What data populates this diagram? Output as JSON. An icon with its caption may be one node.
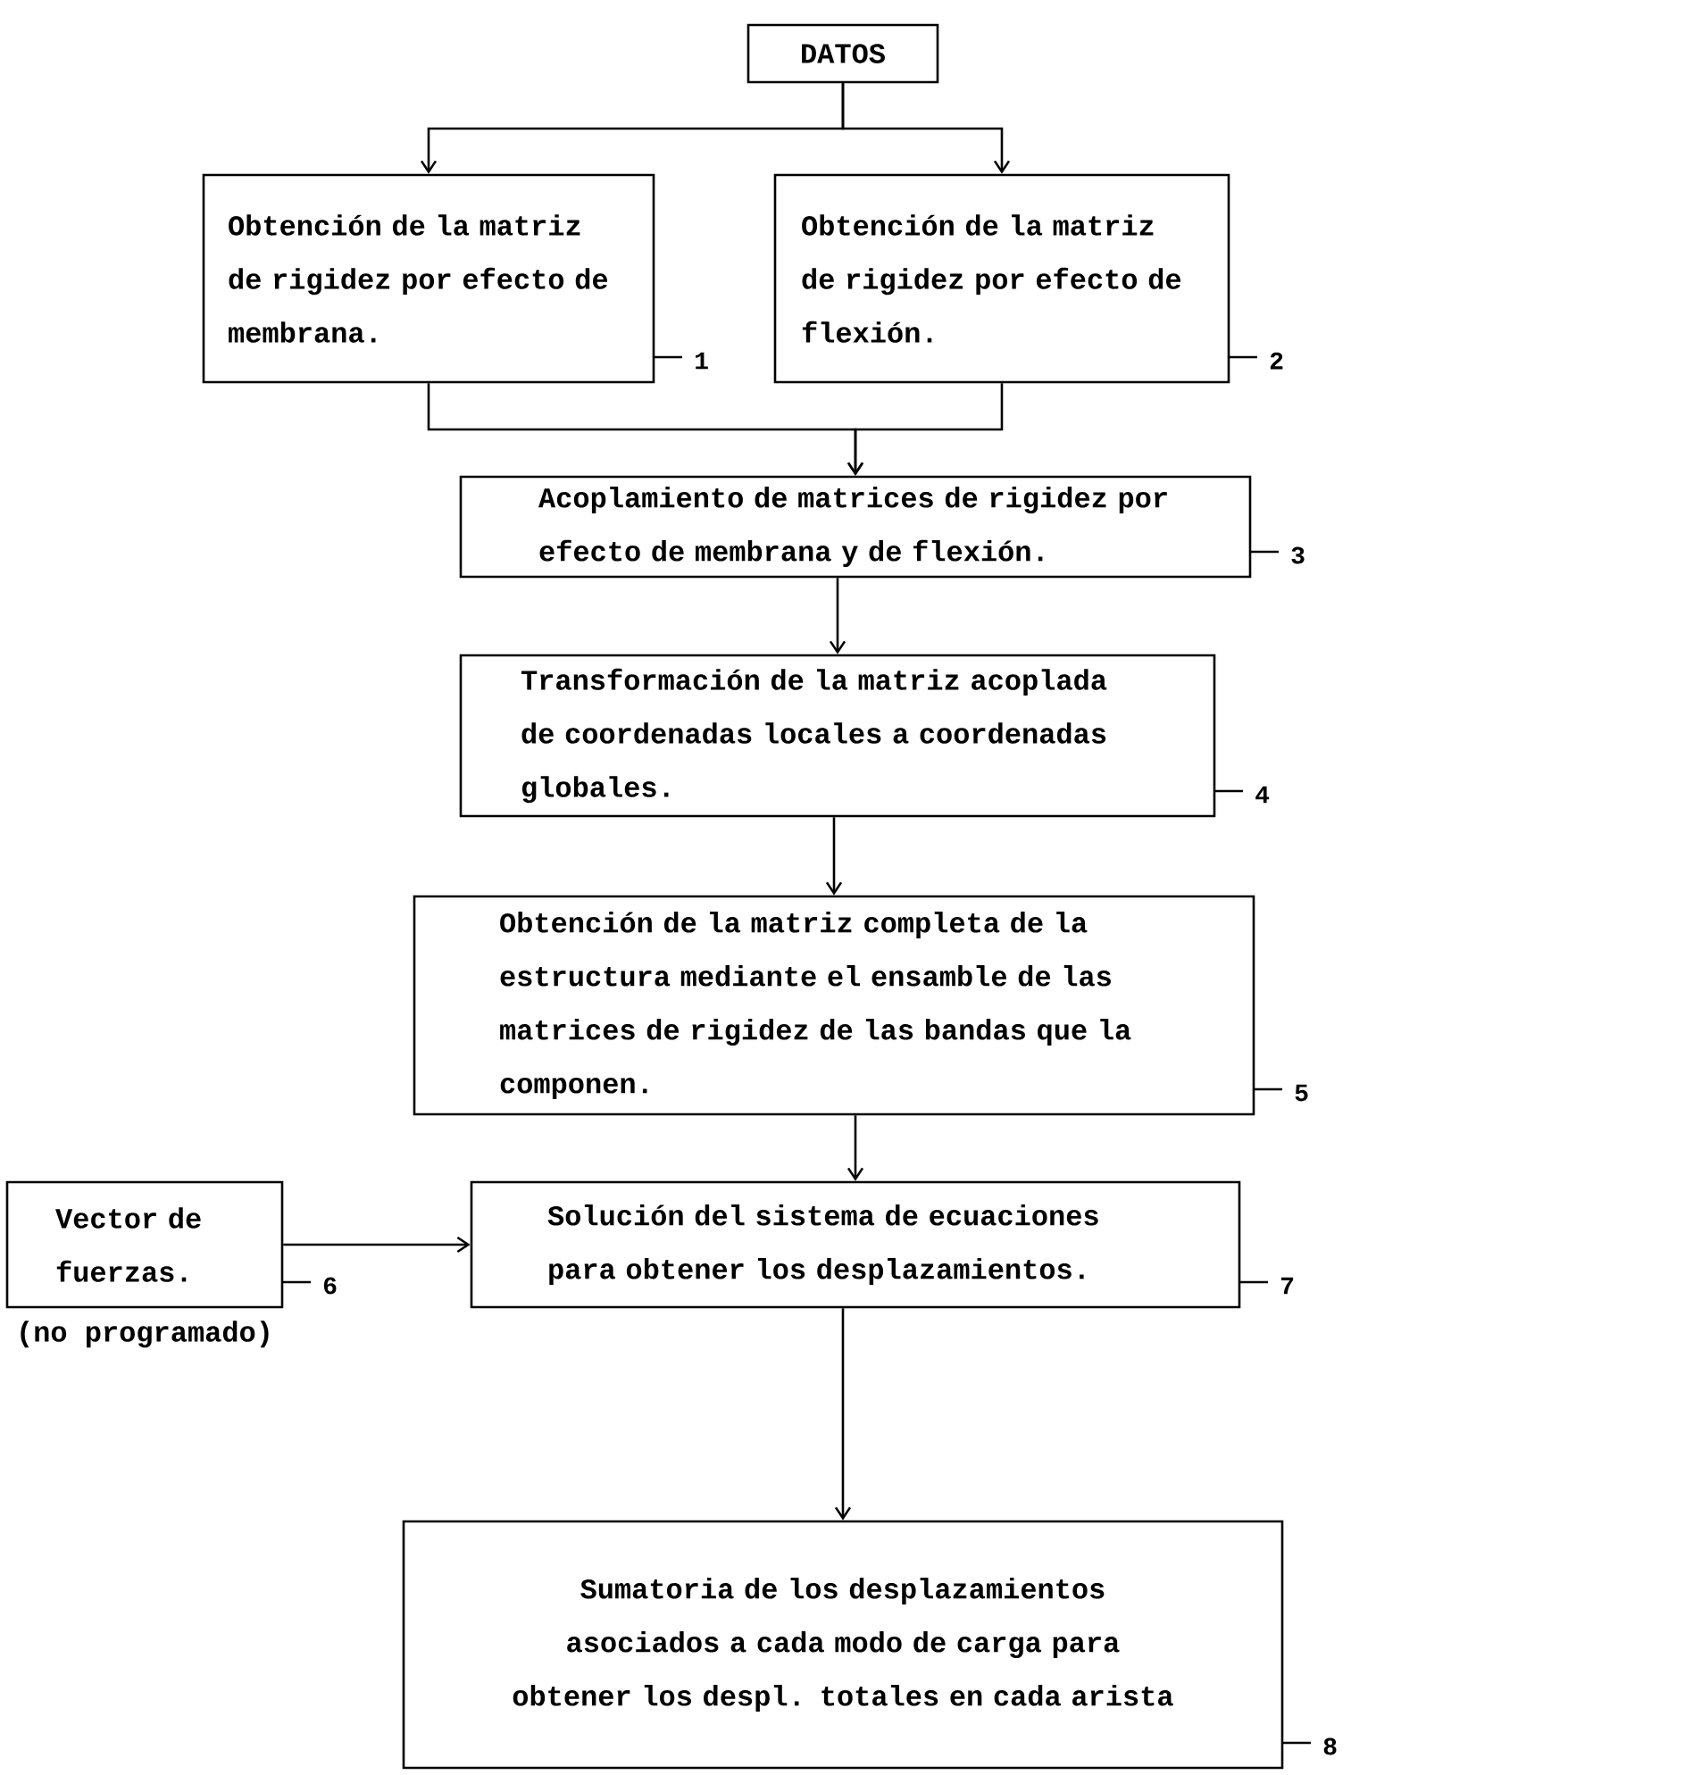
{
  "diagram": {
    "nodes": [
      {
        "text": [
          "DATOS"
        ]
      },
      {
        "text": [
          "Obtención de la matriz de rigidez por efecto de membrana."
        ],
        "beside": [
          "1"
        ]
      },
      {
        "text": [
          "Obtención de la matriz de rigidez por efecto de flexión."
        ],
        "beside": [
          "2"
        ]
      },
      {
        "text": [
          "Acoplamiento de matrices de rigidez por efecto de membrana y de flexión."
        ],
        "beside": [
          "3"
        ]
      },
      {
        "text": [
          "Transformación de la matriz acoplada de coordenadas locales a coordenadas globales."
        ],
        "beside": [
          "4"
        ]
      },
      {
        "text": [
          "Obtención de la matriz completa de la estructura mediante el ensamble de las matrices de rigidez de las bandas que la componen."
        ],
        "beside": [
          "5"
        ]
      },
      {
        "text": [
          "Vector de fuerzas."
        ],
        "beside": [
          "6",
          "(no programado)"
        ]
      },
      {
        "text": [
          "Solución del sistema de ecuaciones para obtener los desplazamientos."
        ],
        "beside": [
          "7"
        ]
      },
      {
        "text": [
          "Sumatoria de los desplazamientos asociados a cada modo de carga para obtener los despl. totales en cada arista"
        ],
        "beside": [
          "8"
        ]
      }
    ],
    "edges": [
      {
        "from": 0,
        "to": 1,
        "arrow": "to"
      },
      {
        "from": 0,
        "to": 2,
        "arrow": "to"
      },
      {
        "from": 1,
        "to": 3,
        "arrow": "to"
      },
      {
        "from": 2,
        "to": 3,
        "arrow": "to"
      },
      {
        "from": 3,
        "to": 4,
        "arrow": "to"
      },
      {
        "from": 4,
        "to": 5,
        "arrow": "to"
      },
      {
        "from": 5,
        "to": 7,
        "arrow": "to"
      },
      {
        "from": 6,
        "to": 7,
        "arrow": "to"
      },
      {
        "from": 7,
        "to": 8,
        "arrow": "to"
      }
    ]
  }
}
